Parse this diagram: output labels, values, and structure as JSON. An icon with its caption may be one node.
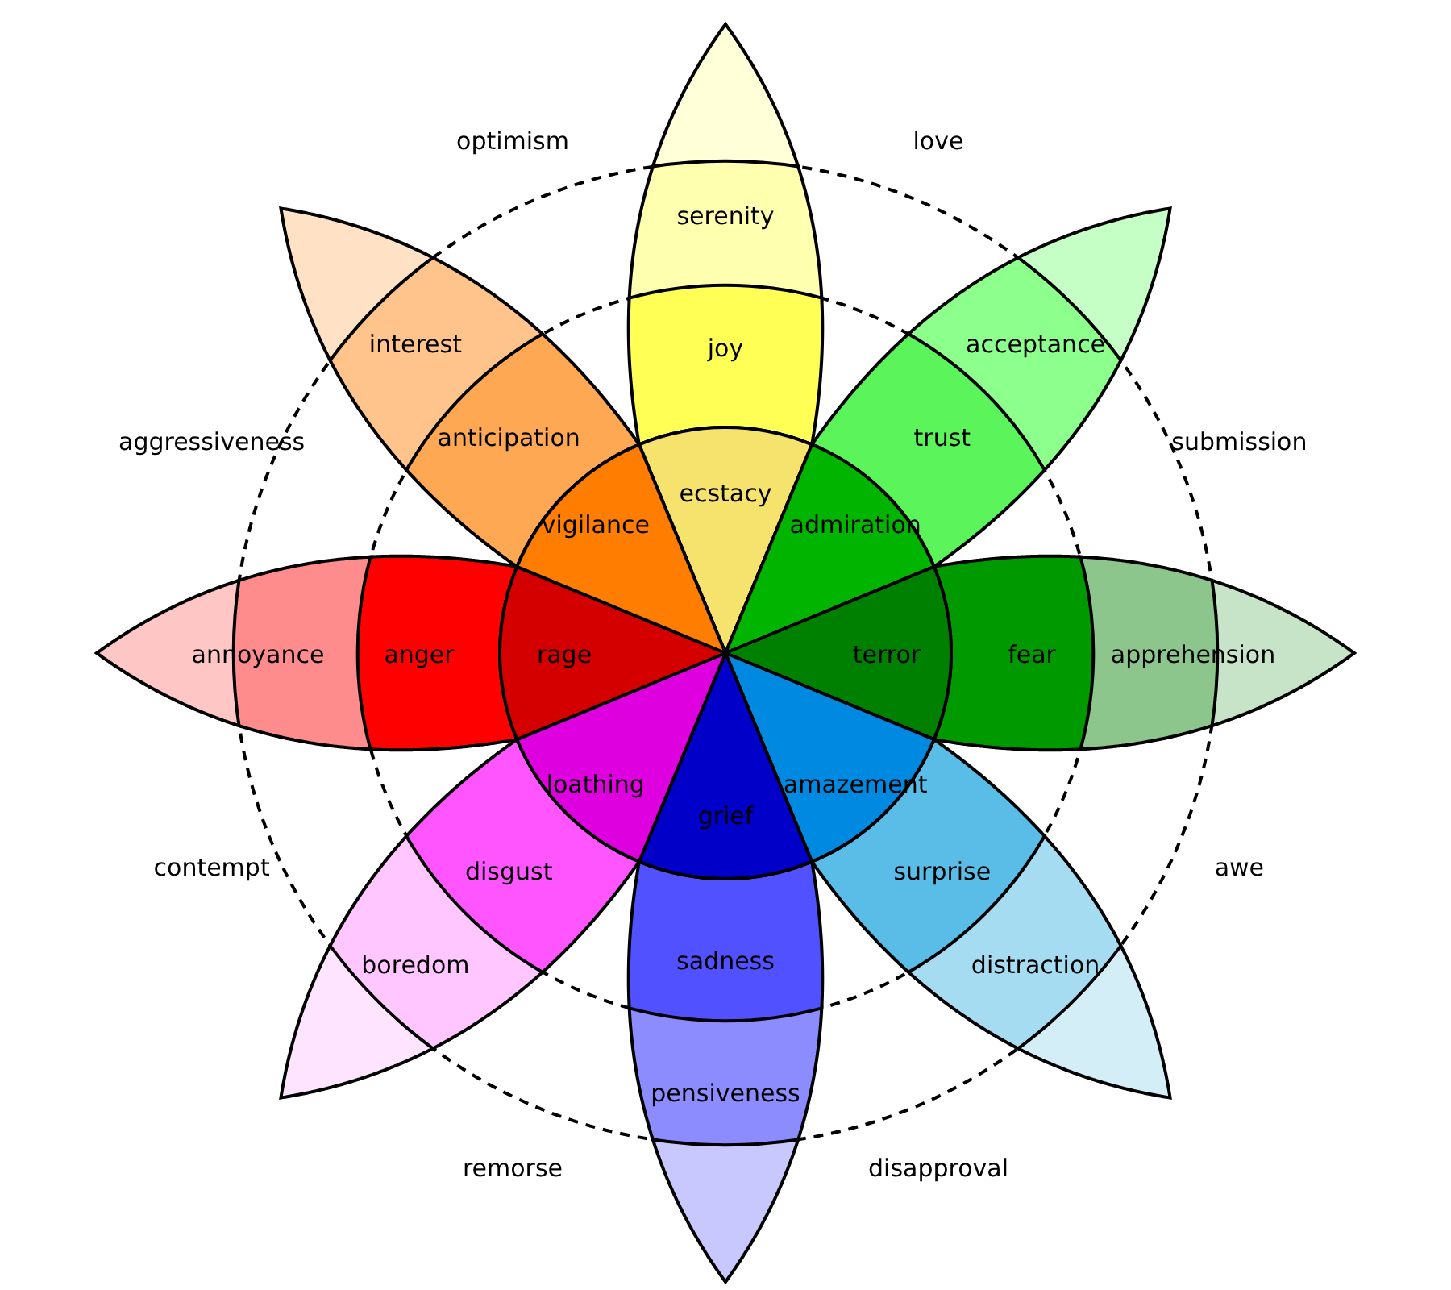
{
  "diagram": {
    "nodes": [
      {
        "text": [
          "ecstacy"
        ]
      },
      {
        "text": [
          "joy"
        ]
      },
      {
        "text": [
          "serenity"
        ]
      },
      {
        "text": [],
        "shape": "petal"
      },
      {
        "text": [
          "admiration"
        ]
      },
      {
        "text": [
          "trust"
        ]
      },
      {
        "text": [
          "acceptance"
        ]
      },
      {
        "text": [],
        "shape": "petal"
      },
      {
        "text": [
          "terror"
        ]
      },
      {
        "text": [
          "fear"
        ]
      },
      {
        "text": [
          "apprehension"
        ]
      },
      {
        "text": [],
        "shape": "petal"
      },
      {
        "text": [
          "amazement"
        ]
      },
      {
        "text": [
          "surprise"
        ]
      },
      {
        "text": [
          "distraction"
        ]
      },
      {
        "text": [],
        "shape": "petal"
      },
      {
        "text": [
          "grief"
        ]
      },
      {
        "text": [
          "sadness"
        ]
      },
      {
        "text": [
          "pensiveness"
        ]
      },
      {
        "text": [],
        "shape": "petal"
      },
      {
        "text": [
          "loathing"
        ]
      },
      {
        "text": [
          "disgust"
        ]
      },
      {
        "text": [
          "boredom"
        ]
      },
      {
        "text": [],
        "shape": "petal"
      },
      {
        "text": [
          "rage"
        ]
      },
      {
        "text": [
          "anger"
        ]
      },
      {
        "text": [
          "annoyance"
        ]
      },
      {
        "text": [],
        "shape": "petal"
      },
      {
        "text": [
          "vigilance"
        ]
      },
      {
        "text": [
          "anticipation"
        ]
      },
      {
        "text": [
          "interest"
        ]
      },
      {
        "text": [],
        "shape": "petal"
      }
    ],
    "edges": [],
    "labels": [
      "optimism",
      "love",
      "aggressiveness",
      "submission",
      "contempt",
      "awe",
      "remorse",
      "disapproval"
    ]
  }
}
